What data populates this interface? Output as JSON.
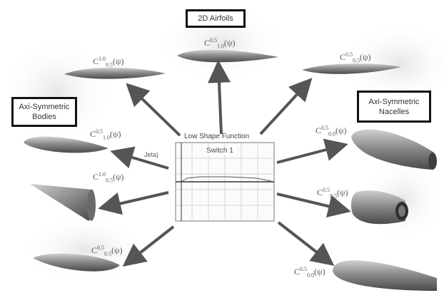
{
  "labels": {
    "airfoils": "2D Airfoils",
    "bodies_left": "Axi-Symmetric Bodies",
    "bodies_right": "Axi-Symmetric Nacelles"
  },
  "center_chart": {
    "title": "Low Shape Function",
    "legend": "Switch 1",
    "side_label": "Jeta)"
  },
  "equations": [
    {
      "base": "C",
      "sup": "1.0",
      "sub": "0.5",
      "arg": "(ψ)"
    },
    {
      "base": "C",
      "sup": "0.5",
      "sub": "1.0",
      "arg": "(ψ)"
    },
    {
      "base": "C",
      "sup": "0.5",
      "sub": "0.5",
      "arg": "(ψ)"
    },
    {
      "base": "C",
      "sup": "0.5",
      "sub": "1.0",
      "arg": "(ψ)"
    },
    {
      "base": "C",
      "sup": "1.0",
      "sub": "0.5",
      "arg": "(ψ)"
    },
    {
      "base": "C",
      "sup": "0.5",
      "sub": "0.5",
      "arg": "(ψ)"
    },
    {
      "base": "C",
      "sup": "0.5",
      "sub": "0.0",
      "arg": "(ψ)"
    },
    {
      "base": "C",
      "sup": "0.5",
      "sub": "0.5",
      "arg": "(ψ)"
    },
    {
      "base": "C",
      "sup": "0.5",
      "sub": "0.0",
      "arg": "(ψ)"
    }
  ]
}
